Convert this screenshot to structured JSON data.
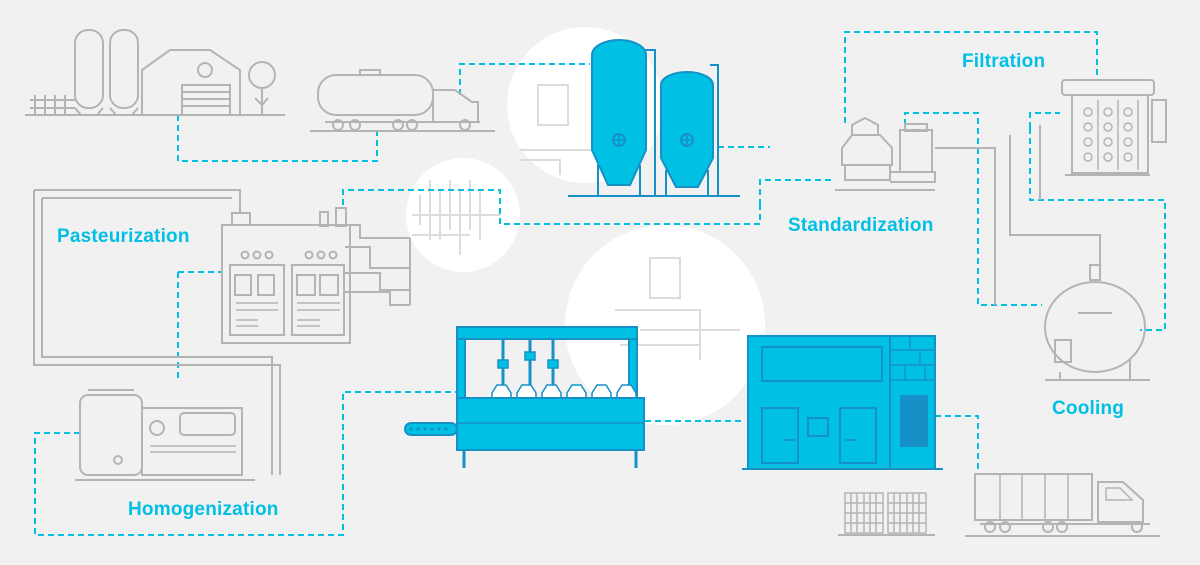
{
  "colors": {
    "accent": "#00c0e4",
    "accent_dark": "#1591c8",
    "line_gray": "#b4b4b4",
    "background": "#f1f1f1",
    "circle_fill": "#ffffff"
  },
  "stages": {
    "filtration": "Filtration",
    "standardization": "Standardization",
    "pasteurization": "Pasteurization",
    "cooling": "Cooling",
    "homogenization": "Homogenization"
  },
  "icons": [
    "farm-icon",
    "milk-tanker-truck-icon",
    "storage-silo-icon",
    "separator-machine-icon",
    "filter-unit-icon",
    "cooling-tank-icon",
    "pasteurizer-icon",
    "homogenizer-icon",
    "bottling-line-icon",
    "packaging-machine-icon",
    "crate-stack-icon",
    "delivery-truck-icon"
  ]
}
